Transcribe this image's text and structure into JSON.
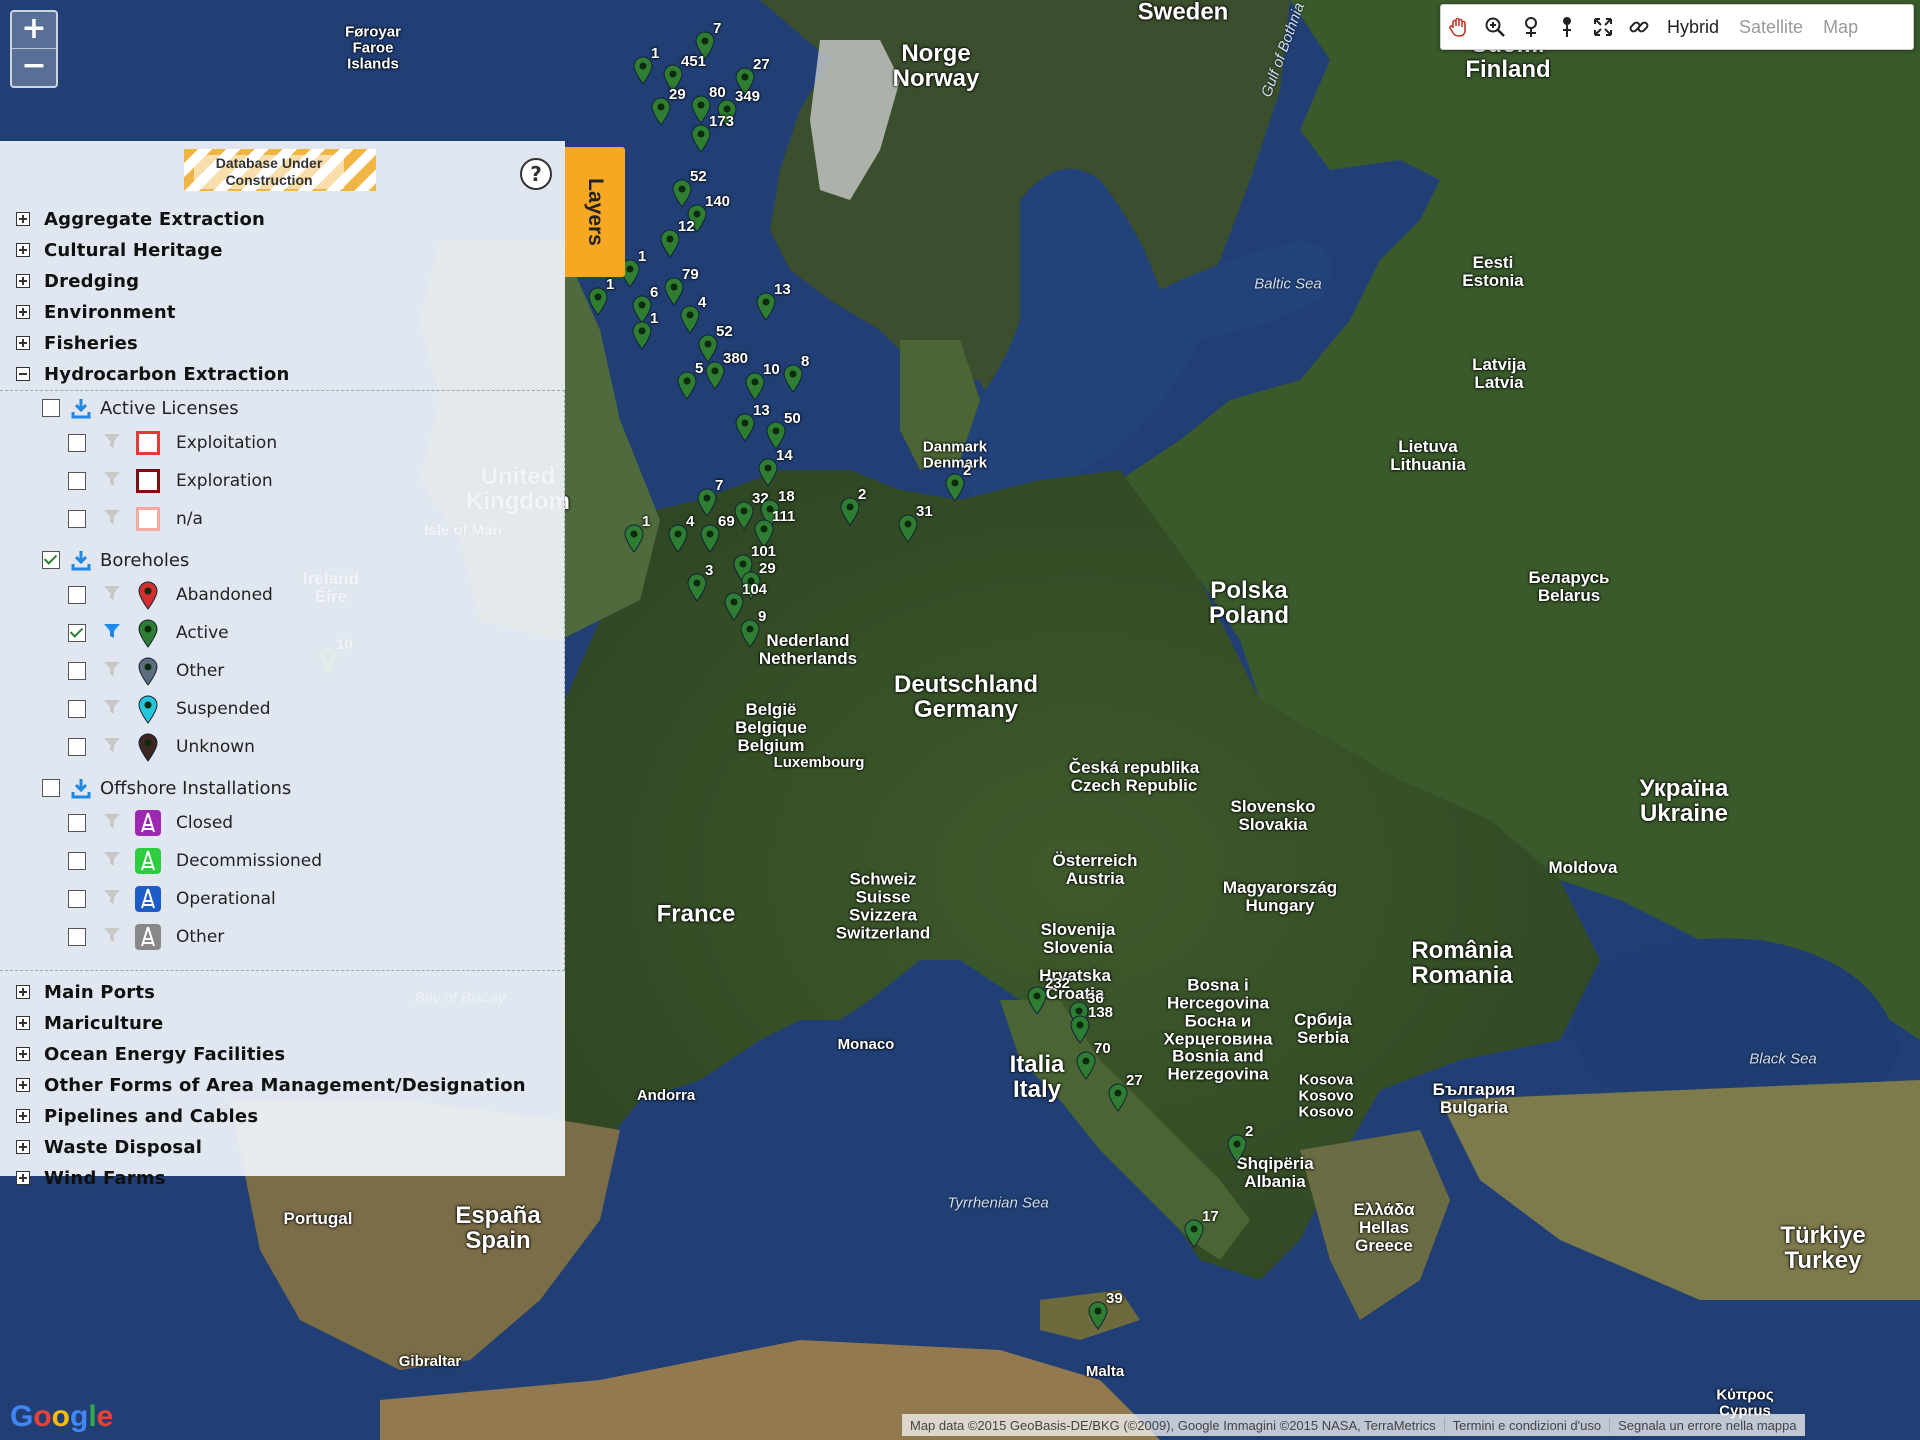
{
  "zoom": {
    "in_label": "+",
    "out_label": "−"
  },
  "toolbar": {
    "tools": [
      "pan-icon",
      "zoom-in-icon",
      "pin-icon",
      "pin-alt-icon",
      "fullscreen-icon",
      "link-icon"
    ],
    "map_types": [
      "Hybrid",
      "Satellite",
      "Map"
    ],
    "active_map_type": "Hybrid"
  },
  "panel": {
    "badge_label": "Database Under\nConstruction",
    "help_label": "?",
    "layers_tab_label": "Layers",
    "categories_top": [
      "Aggregate Extraction",
      "Cultural Heritage",
      "Dredging",
      "Environment",
      "Fisheries"
    ],
    "expanded_category": "Hydrocarbon Extraction",
    "groups": [
      {
        "label": "Active Licenses",
        "checked": false,
        "items": [
          {
            "label": "Exploitation",
            "checked": false,
            "symbol": "square-red"
          },
          {
            "label": "Exploration",
            "checked": false,
            "symbol": "square-darkred"
          },
          {
            "label": "n/a",
            "checked": false,
            "symbol": "square-pink"
          }
        ]
      },
      {
        "label": "Boreholes",
        "checked": true,
        "items": [
          {
            "label": "Abandoned",
            "checked": false,
            "symbol": "pin-red"
          },
          {
            "label": "Active",
            "checked": true,
            "symbol": "pin-green"
          },
          {
            "label": "Other",
            "checked": false,
            "symbol": "pin-grey"
          },
          {
            "label": "Suspended",
            "checked": false,
            "symbol": "pin-cyan"
          },
          {
            "label": "Unknown",
            "checked": false,
            "symbol": "pin-black"
          }
        ]
      },
      {
        "label": "Offshore Installations",
        "checked": false,
        "items": [
          {
            "label": "Closed",
            "checked": false,
            "symbol": "rig-purple"
          },
          {
            "label": "Decommissioned",
            "checked": false,
            "symbol": "rig-green"
          },
          {
            "label": "Operational",
            "checked": false,
            "symbol": "rig-blue"
          },
          {
            "label": "Other",
            "checked": false,
            "symbol": "rig-grey"
          }
        ]
      }
    ],
    "categories_bottom": [
      "Main Ports",
      "Mariculture",
      "Ocean Energy Facilities",
      "Other Forms of Area Management/Designation",
      "Pipelines and Cables",
      "Waste Disposal",
      "Wind Farms"
    ]
  },
  "map": {
    "places": [
      {
        "text": "Føroyar\nFaroe\nIslands",
        "size": "small"
      },
      {
        "text": "Sweden",
        "size": "big"
      },
      {
        "text": "Norge\nNorway",
        "size": "big"
      },
      {
        "text": "Suomi\nFinland",
        "size": "big"
      },
      {
        "text": "Eesti\nEstonia",
        "size": "mid"
      },
      {
        "text": "Latvija\nLatvia",
        "size": "mid"
      },
      {
        "text": "Lietuva\nLithuania",
        "size": "mid"
      },
      {
        "text": "Danmark\nDenmark",
        "size": "small"
      },
      {
        "text": "United\nKingdom",
        "size": "big"
      },
      {
        "text": "Isle of Man",
        "size": "small"
      },
      {
        "text": "Ireland\nÉire",
        "size": "mid"
      },
      {
        "text": "Polska\nPoland",
        "size": "big"
      },
      {
        "text": "Беларусь\nBelarus",
        "size": "mid"
      },
      {
        "text": "Nederland\nNetherlands",
        "size": "mid"
      },
      {
        "text": "België\nBelgique\nBelgium",
        "size": "mid"
      },
      {
        "text": "Luxembourg",
        "size": "small"
      },
      {
        "text": "Deutschland\nGermany",
        "size": "big"
      },
      {
        "text": "Česká republika\nCzech Republic",
        "size": "mid"
      },
      {
        "text": "Slovensko\nSlovakia",
        "size": "mid"
      },
      {
        "text": "Україна\nUkraine",
        "size": "big"
      },
      {
        "text": "Moldova",
        "size": "mid"
      },
      {
        "text": "Österreich\nAustria",
        "size": "mid"
      },
      {
        "text": "Magyarország\nHungary",
        "size": "mid"
      },
      {
        "text": "Schweiz\nSuisse\nSvizzera\nSwitzerland",
        "size": "mid"
      },
      {
        "text": "France",
        "size": "big"
      },
      {
        "text": "Slovenija\nSlovenia",
        "size": "mid"
      },
      {
        "text": "Hrvatska\nCroatia",
        "size": "mid"
      },
      {
        "text": "Bosna i\nHercegovina\nБосна и\nХерцеговина\nBosnia and\nHerzegovina",
        "size": "mid"
      },
      {
        "text": "Србија\nSerbia",
        "size": "mid"
      },
      {
        "text": "România\nRomania",
        "size": "big"
      },
      {
        "text": "Monaco",
        "size": "small"
      },
      {
        "text": "Italia\nItaly",
        "size": "big"
      },
      {
        "text": "Andorra",
        "size": "small"
      },
      {
        "text": "Kosova\nKosovo\nKosovo",
        "size": "small"
      },
      {
        "text": "България\nBulgaria",
        "size": "mid"
      },
      {
        "text": "Shqipëria\nAlbania",
        "size": "mid"
      },
      {
        "text": "Portugal",
        "size": "mid"
      },
      {
        "text": "España\nSpain",
        "size": "big"
      },
      {
        "text": "Ελλάδα\nHellas\nGreece",
        "size": "mid"
      },
      {
        "text": "Türkiye\nTurkey",
        "size": "big"
      },
      {
        "text": "Gibraltar",
        "size": "small"
      },
      {
        "text": "Malta",
        "size": "small"
      },
      {
        "text": "Κύπρος\nCyprus",
        "size": "small"
      }
    ],
    "seas": [
      "Baltic Sea",
      "Black Sea",
      "Tyrrhenian Sea",
      "Bay of Biscay",
      "Gulf of Bothnia"
    ],
    "markers": [
      "7",
      "1",
      "451",
      "27",
      "29",
      "80",
      "349",
      "173",
      "52",
      "140",
      "12",
      "1",
      "79",
      "13",
      "1",
      "6",
      "4",
      "1",
      "52",
      "5",
      "380",
      "10",
      "8",
      "13",
      "50",
      "14",
      "7",
      "32",
      "18",
      "2",
      "1",
      "4",
      "69",
      "111",
      "31",
      "2",
      "101",
      "3",
      "29",
      "104",
      "9",
      "10",
      "232",
      "36",
      "138",
      "70",
      "27",
      "2",
      "17",
      "39"
    ]
  },
  "footer": {
    "google_logo": "Google",
    "attribution": [
      "Map data ©2015 GeoBasis-DE/BKG (©2009), Google Immagini ©2015 NASA, TerraMetrics",
      "Termini e condizioni d'uso",
      "Segnala un errore nella mappa"
    ]
  }
}
